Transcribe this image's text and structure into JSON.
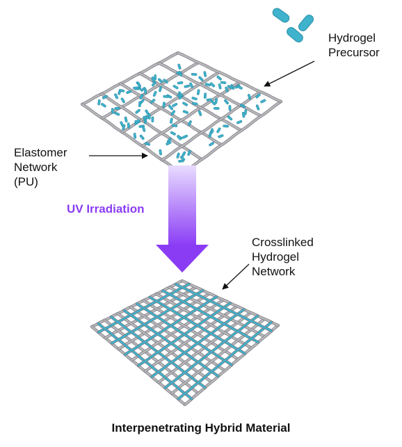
{
  "labels": {
    "hydrogel_precursor": [
      "Hydrogel",
      "Precursor"
    ],
    "elastomer_network": [
      "Elastomer",
      "Network",
      "(PU)"
    ],
    "uv_irradiation": "UV Irradiation",
    "crosslinked_network": [
      "Crosslinked",
      "Hydrogel",
      "Network"
    ],
    "caption": "Interpenetrating Hybrid Material"
  },
  "colors": {
    "elastomer_strand": "#b8b8bc",
    "hydrogel_strand": "#3fb2cc",
    "precursor_capsule": "#3fb2cc",
    "uv_arrow_top": "#e9dcff",
    "uv_arrow_bottom": "#8a3cf5",
    "uv_text": "#8a3cf5",
    "text": "#111111"
  },
  "icons": {
    "precursor": "capsule-molecules-icon",
    "elastomer": "mesh-network-icon",
    "uv": "gradient-down-arrow-icon",
    "hybrid": "woven-mesh-icon"
  }
}
